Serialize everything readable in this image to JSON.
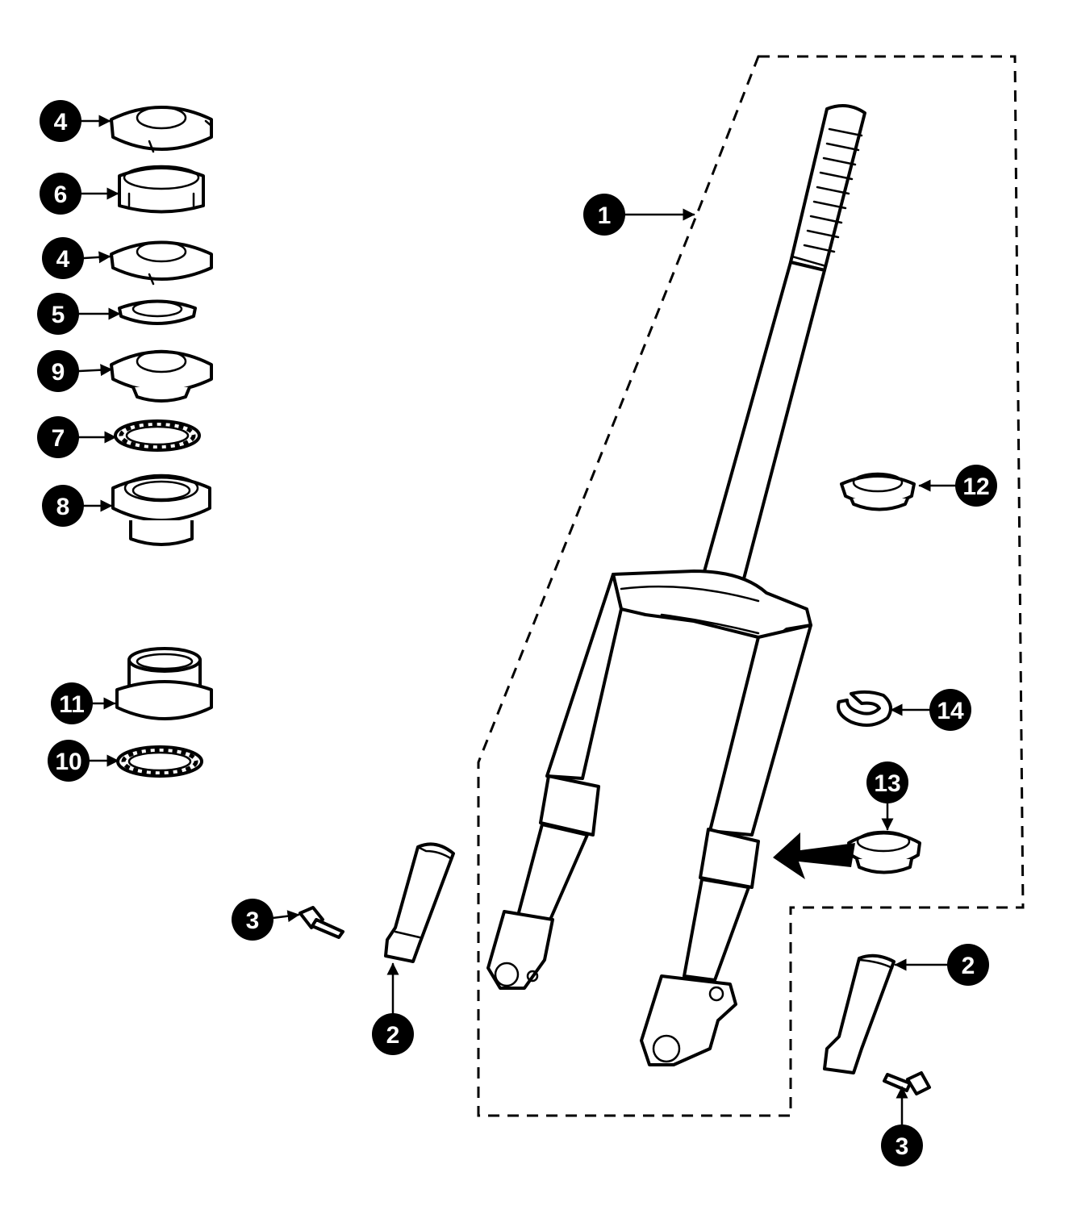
{
  "callouts": [
    {
      "id": "c4a",
      "text": "4"
    },
    {
      "id": "c6",
      "text": "6"
    },
    {
      "id": "c4b",
      "text": "4"
    },
    {
      "id": "c5",
      "text": "5"
    },
    {
      "id": "c9",
      "text": "9"
    },
    {
      "id": "c7",
      "text": "7"
    },
    {
      "id": "c8",
      "text": "8"
    },
    {
      "id": "c11",
      "text": "11"
    },
    {
      "id": "c10",
      "text": "10"
    },
    {
      "id": "c1",
      "text": "1"
    },
    {
      "id": "c12",
      "text": "12"
    },
    {
      "id": "c14",
      "text": "14"
    },
    {
      "id": "c13",
      "text": "13"
    },
    {
      "id": "c3a",
      "text": "3"
    },
    {
      "id": "c2a",
      "text": "2"
    },
    {
      "id": "c2b",
      "text": "2"
    },
    {
      "id": "c3b",
      "text": "3"
    }
  ],
  "colors": {
    "ink": "#000000",
    "paper": "#ffffff"
  }
}
